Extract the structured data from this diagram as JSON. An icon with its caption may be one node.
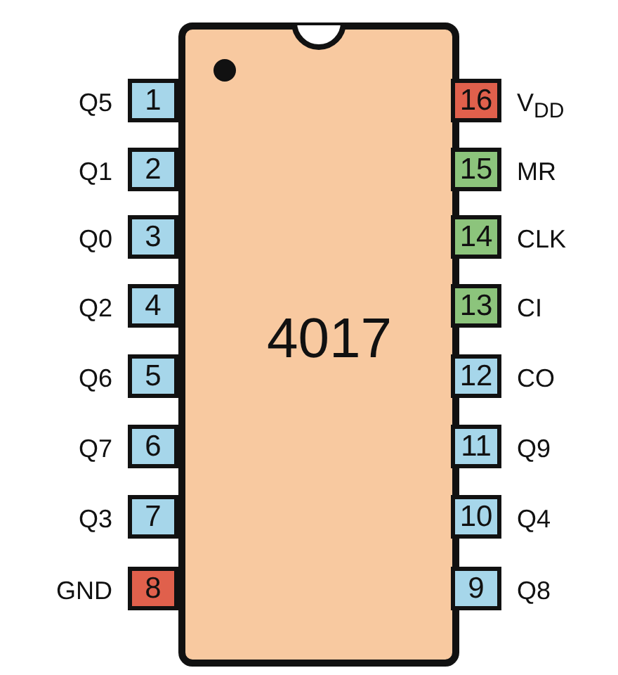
{
  "diagram": {
    "nodes": [
      {
        "text": [
          "4017"
        ]
      },
      {
        "text": [
          "1"
        ],
        "beside": [
          "Q5"
        ]
      },
      {
        "text": [
          "2"
        ],
        "beside": [
          "Q1"
        ]
      },
      {
        "text": [
          "3"
        ],
        "beside": [
          "Q0"
        ]
      },
      {
        "text": [
          "4"
        ],
        "beside": [
          "Q2"
        ]
      },
      {
        "text": [
          "5"
        ],
        "beside": [
          "Q6"
        ]
      },
      {
        "text": [
          "6"
        ],
        "beside": [
          "Q7"
        ]
      },
      {
        "text": [
          "7"
        ],
        "beside": [
          "Q3"
        ]
      },
      {
        "text": [
          "8"
        ],
        "beside": [
          "GND"
        ]
      },
      {
        "text": [
          "9"
        ],
        "beside": [
          "Q8"
        ]
      },
      {
        "text": [
          "10"
        ],
        "beside": [
          "Q4"
        ]
      },
      {
        "text": [
          "11"
        ],
        "beside": [
          "Q9"
        ]
      },
      {
        "text": [
          "12"
        ],
        "beside": [
          "CO"
        ]
      },
      {
        "text": [
          "13"
        ],
        "beside": [
          "CI"
        ]
      },
      {
        "text": [
          "14"
        ],
        "beside": [
          "CLK"
        ]
      },
      {
        "text": [
          "15"
        ],
        "beside": [
          "MR"
        ]
      },
      {
        "text": [
          "16"
        ],
        "beside": [
          "V$_{DD}$"
        ]
      }
    ]
  }
}
